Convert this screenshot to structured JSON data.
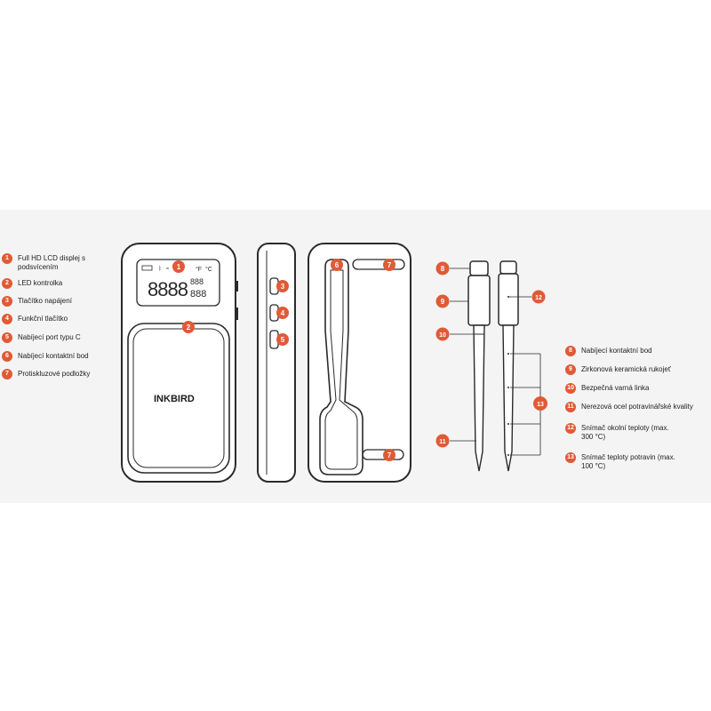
{
  "colors": {
    "accent": "#e15a36",
    "outline": "#2a2a2a",
    "background": "#f4f4f4"
  },
  "device": {
    "brand": "INKBIRD",
    "lcd_digits_main": "8888",
    "lcd_digits_small_1": "888",
    "lcd_digits_small_2": "888",
    "lcd_unit_f": "°F",
    "lcd_unit_c": "°C"
  },
  "callouts": {
    "n1": "1",
    "n2": "2",
    "n3": "3",
    "n4": "4",
    "n5": "5",
    "n6": "6",
    "n7": "7",
    "n8": "8",
    "n9": "9",
    "n10": "10",
    "n11": "11",
    "n12": "12",
    "n13": "13"
  },
  "legend_left": [
    {
      "num": "1",
      "text": "Full HD LCD displej s podsvícením"
    },
    {
      "num": "2",
      "text": "LED kontrolka"
    },
    {
      "num": "3",
      "text": "Tlačítko napájení"
    },
    {
      "num": "4",
      "text": "Funkční tlačítko"
    },
    {
      "num": "5",
      "text": "Nabíjecí port typu C"
    },
    {
      "num": "6",
      "text": "Nabíjecí kontaktní bod"
    },
    {
      "num": "7",
      "text": "Protiskluzové podložky"
    }
  ],
  "legend_right": [
    {
      "num": "8",
      "text": "Nabíjecí kontaktní bod"
    },
    {
      "num": "9",
      "text": "Zirkonová keramická rukojeť"
    },
    {
      "num": "10",
      "text": "Bezpečná varná linka"
    },
    {
      "num": "11",
      "text": "Nerezová ocel potravinářské kvality"
    },
    {
      "num": "12",
      "text": "Snímač okolní teploty (max. 300 °C)"
    },
    {
      "num": "13",
      "text": "Snímač teploty potravin (max. 100 °C)"
    }
  ]
}
